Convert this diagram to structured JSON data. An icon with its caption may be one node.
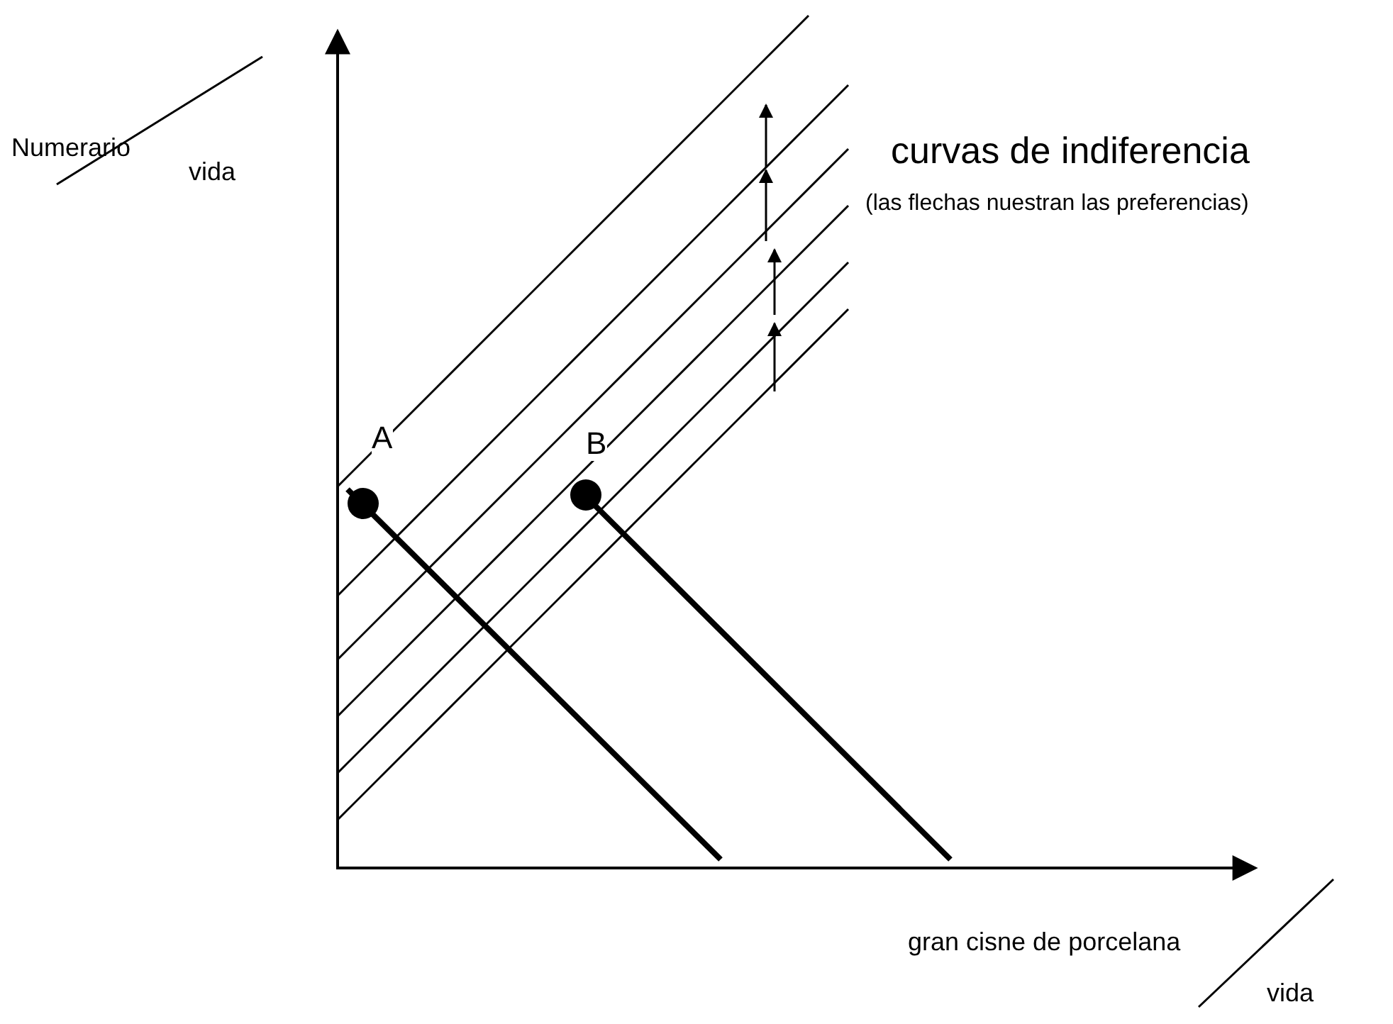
{
  "diagram": {
    "labels": [
      "Numerario",
      "vida",
      "curvas de indiferencia",
      "(las flechas nuestran las preferencias)",
      "A",
      "B",
      "gran cisne de porcelana",
      "vida"
    ]
  }
}
